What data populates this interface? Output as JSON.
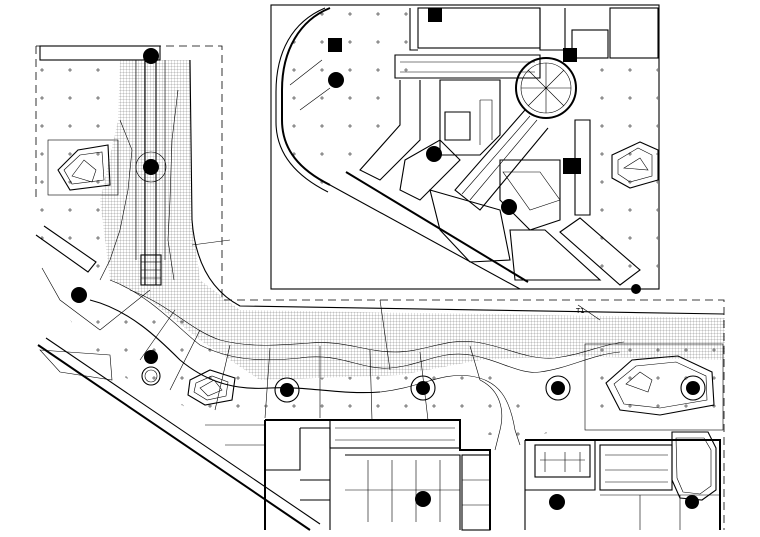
{
  "drawing": {
    "kind": "landscape floor plan",
    "annotations": [
      {
        "id": "tag-north",
        "text": "T1"
      }
    ]
  },
  "colors": {
    "ink": "#000000",
    "paper": "#ffffff",
    "paving_hatch": "#000000"
  },
  "icons": {
    "column": "filled-circle",
    "column_square": "filled-square",
    "tree_grate": "hatched-circle",
    "planter": "irregular-outline",
    "rotunda": "circle-with-radial-lines"
  }
}
